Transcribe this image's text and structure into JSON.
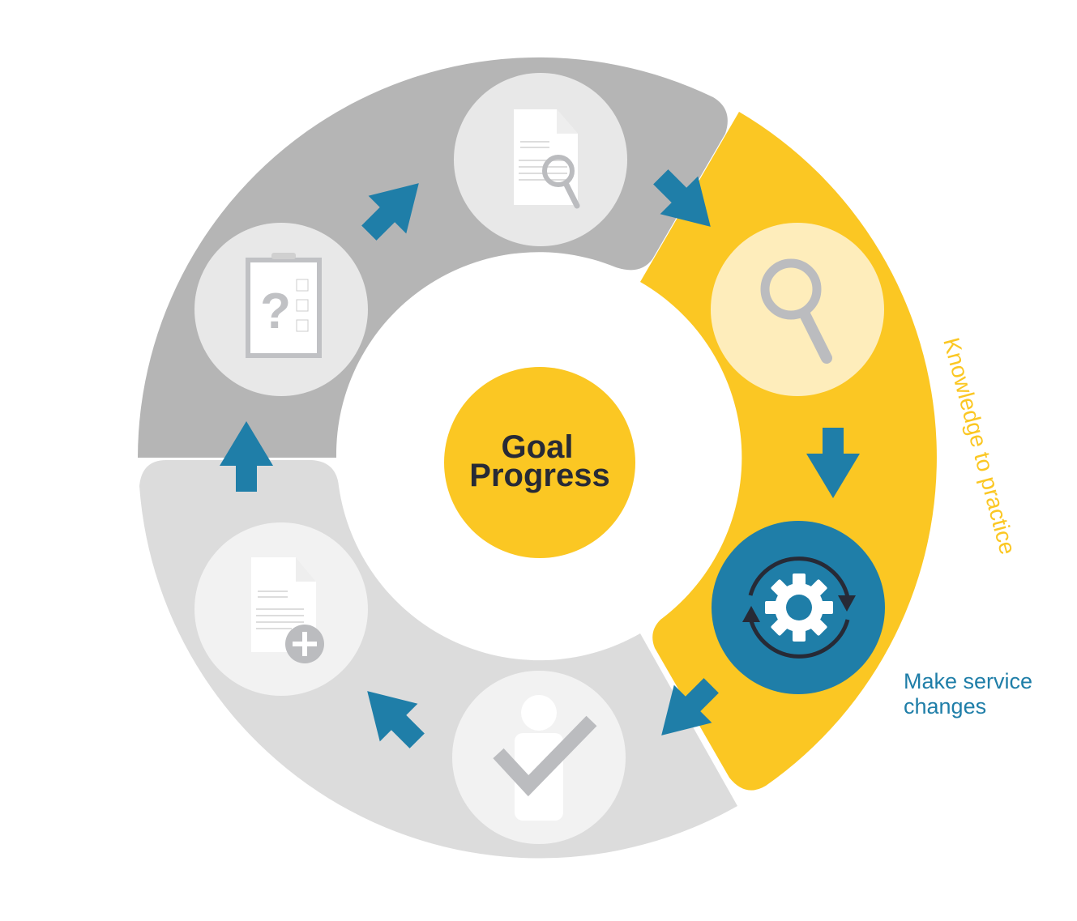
{
  "center": {
    "line1": "Goal",
    "line2": "Progress"
  },
  "arc_label": "Knowledge to practice",
  "step_label": {
    "line1": "Make service",
    "line2": "changes"
  },
  "colors": {
    "yellow": "#fbc723",
    "blue": "#1f7ea8",
    "dark_gray": "#b5b5b5",
    "light_gray": "#dcdcdc",
    "dark_text": "#272a36"
  },
  "steps": [
    {
      "icon": "clipboard-question-icon"
    },
    {
      "icon": "document-search-icon"
    },
    {
      "icon": "magnifier-icon"
    },
    {
      "icon": "gear-cycle-icon"
    },
    {
      "icon": "person-check-icon"
    },
    {
      "icon": "document-add-icon"
    }
  ]
}
